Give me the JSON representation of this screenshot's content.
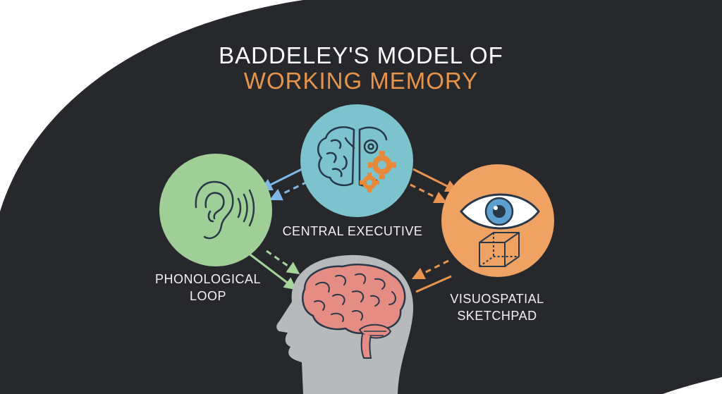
{
  "title": {
    "line1": "BADDELEY'S MODEL OF",
    "line2": "WORKING MEMORY"
  },
  "components": {
    "central_executive": "CENTRAL EXECUTIVE",
    "phonological_loop": {
      "line1": "PHONOLOGICAL",
      "line2": "LOOP"
    },
    "visuospatial_sketchpad": {
      "line1": "VISUOSPATIAL",
      "line2": "SKETCHPAD"
    }
  },
  "icons": {
    "central_executive": "brain-gears-icon",
    "phonological_loop": "ear-icon",
    "visuospatial_sketchpad": "eye-cube-icon",
    "episodic_buffer": "head-brain-icon"
  },
  "colors": {
    "background": "#26282b",
    "title_white": "#ffffff",
    "title_orange": "#e8944a",
    "central_executive": "#7cc3cd",
    "phonological_loop": "#9fcf96",
    "visuospatial_sketchpad": "#f0a262",
    "head": "#b7b9bb",
    "brain": "#e58d84",
    "ink": "#283849",
    "gear": "#e8893a",
    "iris": "#5d9fcf",
    "arrow_blue": "#7fb8e6",
    "arrow_green": "#a6d59c",
    "arrow_orange": "#e9954f",
    "label": "#f2f2f2"
  }
}
